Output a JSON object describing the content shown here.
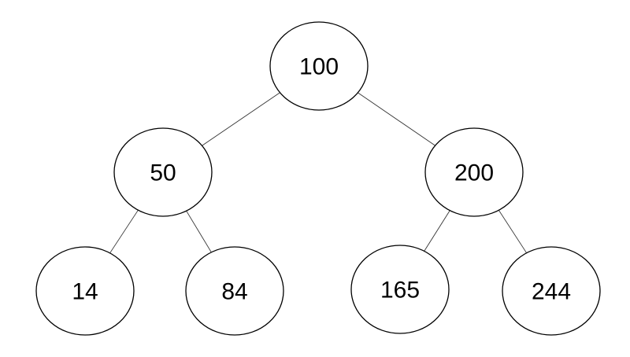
{
  "tree": {
    "nodes": [
      {
        "id": "n100",
        "label": "100"
      },
      {
        "id": "n50",
        "label": "50"
      },
      {
        "id": "n200",
        "label": "200"
      },
      {
        "id": "n14",
        "label": "14"
      },
      {
        "id": "n84",
        "label": "84"
      },
      {
        "id": "n165",
        "label": "165"
      },
      {
        "id": "n244",
        "label": "244"
      }
    ],
    "edges": [
      {
        "from": "n100",
        "to": "n50"
      },
      {
        "from": "n100",
        "to": "n200"
      },
      {
        "from": "n50",
        "to": "n14"
      },
      {
        "from": "n50",
        "to": "n84"
      },
      {
        "from": "n200",
        "to": "n165"
      },
      {
        "from": "n200",
        "to": "n244"
      }
    ]
  },
  "colors": {
    "node_fill": "#ffffff",
    "node_stroke": "#000000",
    "edge_stroke": "#333333"
  }
}
